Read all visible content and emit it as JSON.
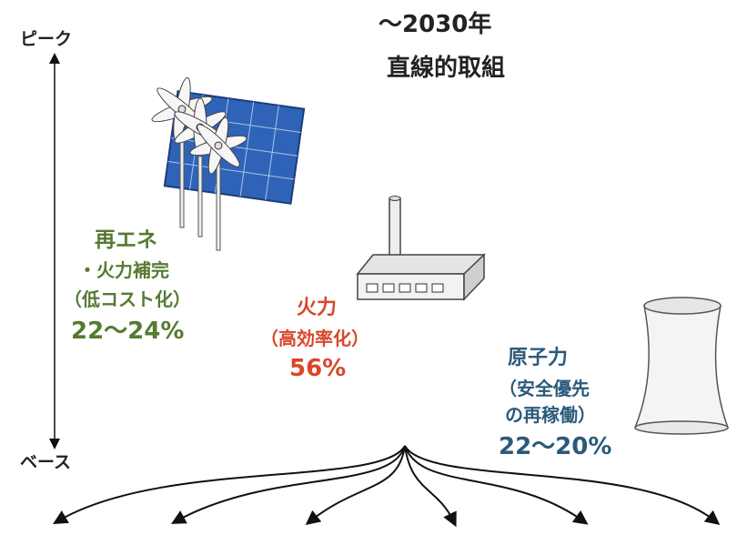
{
  "header": {
    "title_line1": "〜2030年",
    "title_line2": "直線的取組"
  },
  "axis": {
    "top_label": "ピーク",
    "bottom_label": "ベース"
  },
  "sources": {
    "renewable": {
      "line1": "再エネ",
      "line2": "・火力補完",
      "line3": "（低コスト化）",
      "share": "22〜24%"
    },
    "thermal": {
      "line1": "火力",
      "line2": "（高効率化）",
      "share": "56%"
    },
    "nuclear": {
      "line1": "原子力",
      "line2": "（安全優先",
      "line3": "の再稼働）",
      "share": "22〜20%"
    }
  },
  "icons": [
    "wind-solar-icon",
    "power-plant-icon",
    "cooling-tower-icon"
  ],
  "colors": {
    "renewable": "#567a32",
    "thermal": "#d9472b",
    "nuclear": "#2a5a7a",
    "text": "#222222",
    "solar_panel": "#2f63b8"
  }
}
